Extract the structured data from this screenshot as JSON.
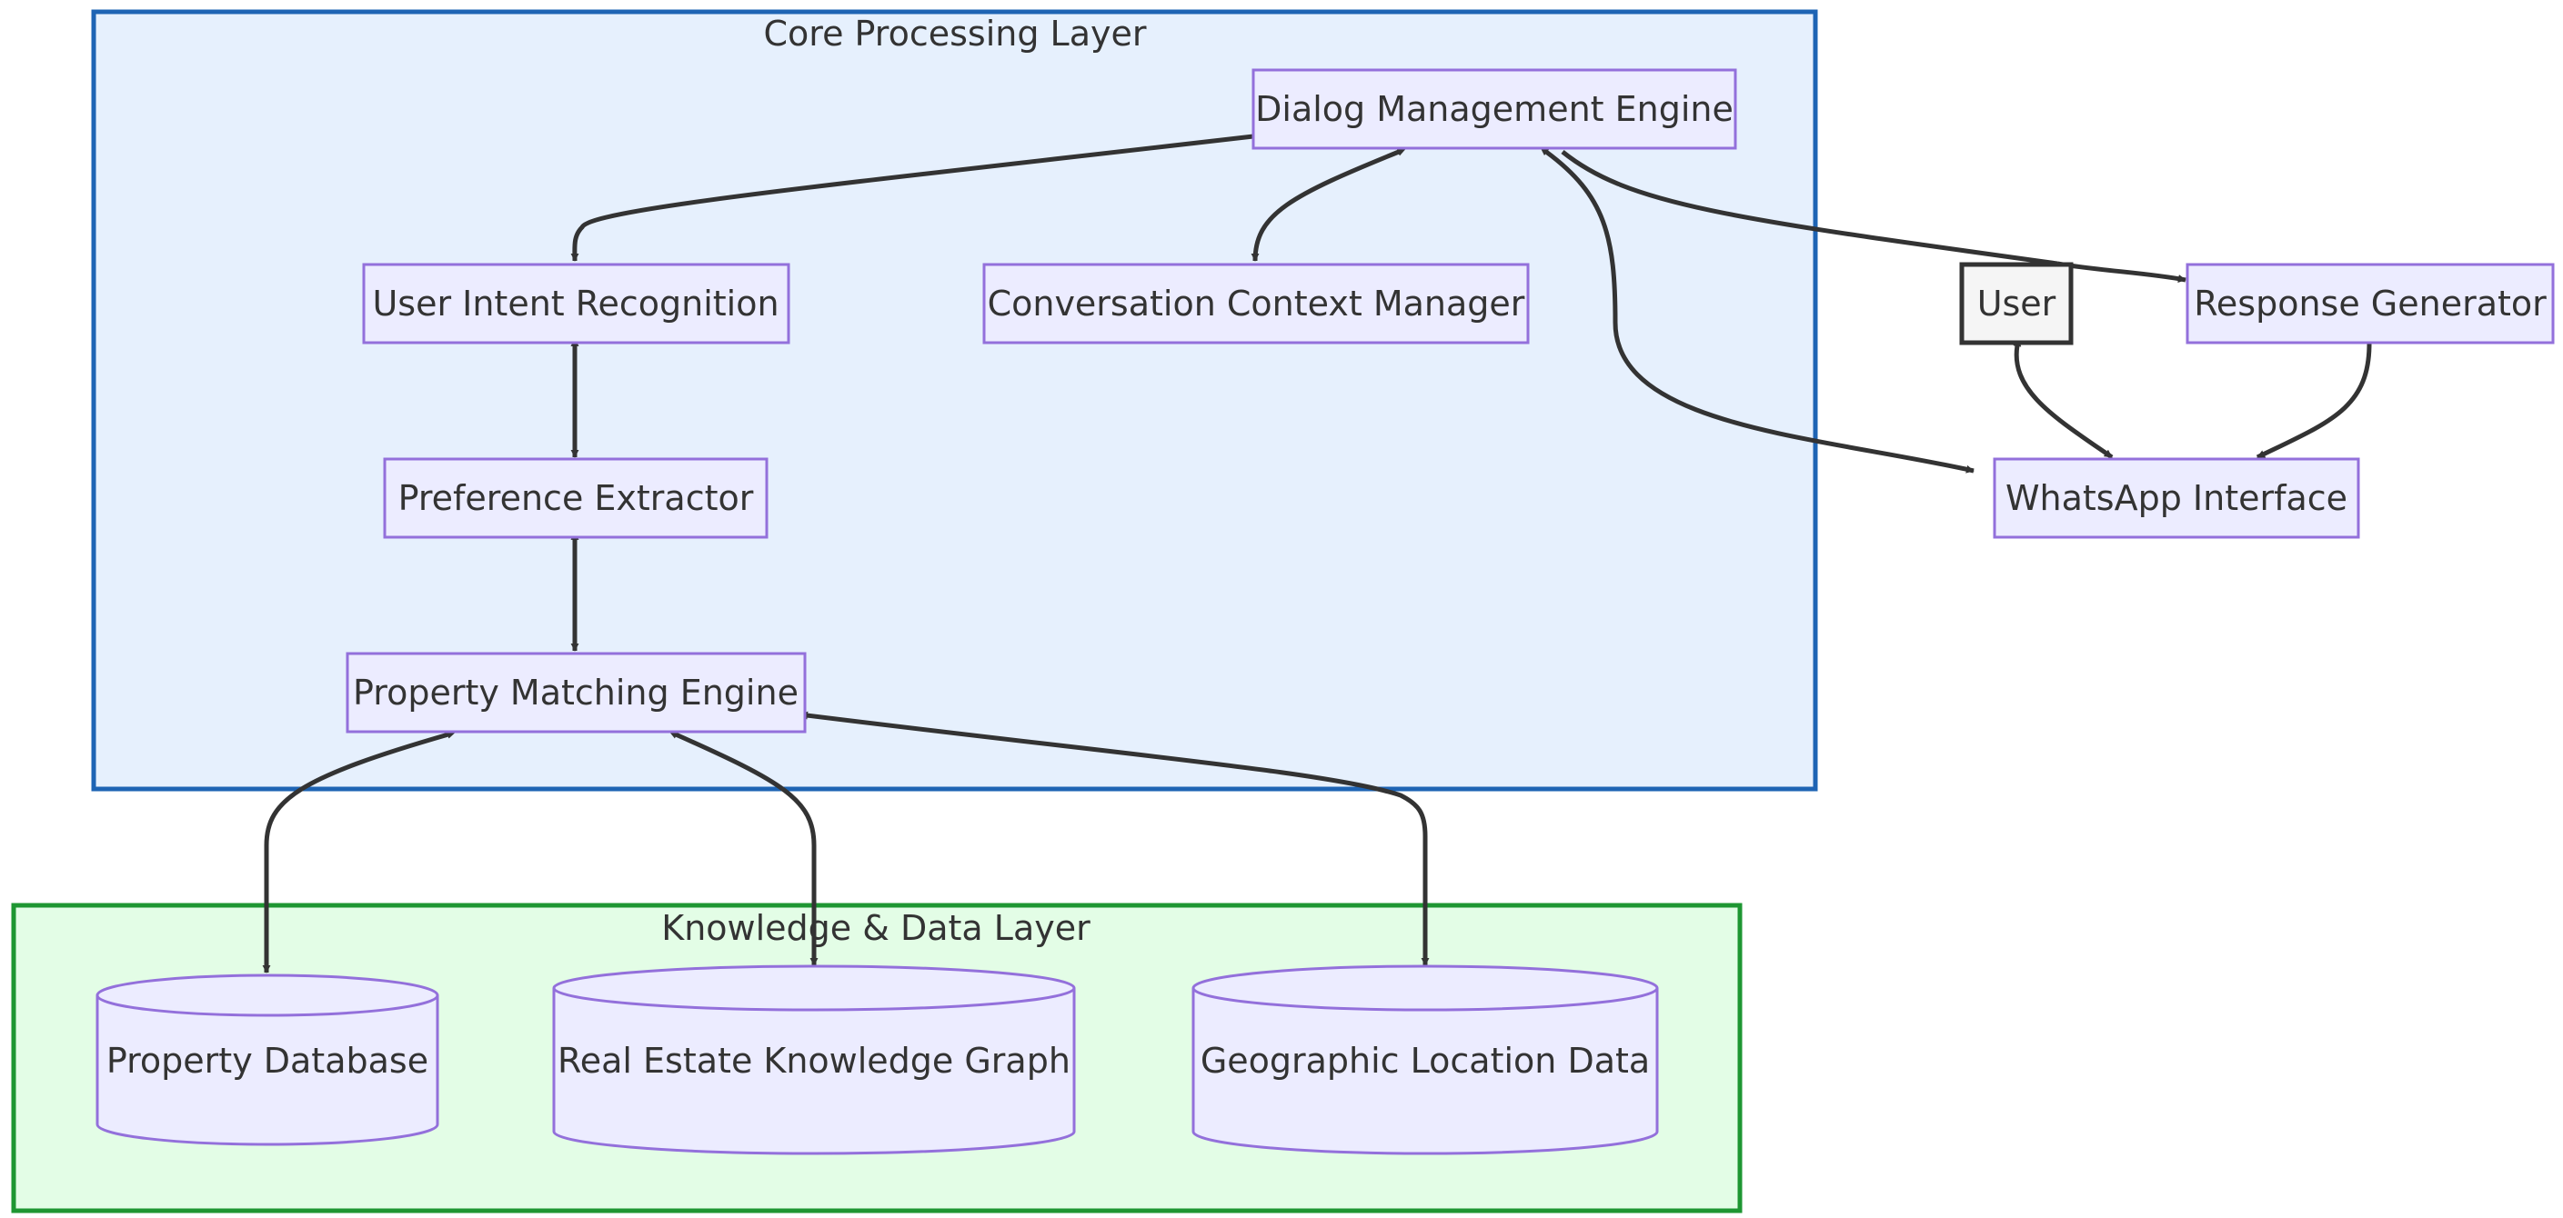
{
  "groups": {
    "core": {
      "label": "Core Processing Layer"
    },
    "knowledge": {
      "label": "Knowledge & Data Layer"
    }
  },
  "nodes": {
    "dialog": "Dialog Management Engine",
    "intent": "User Intent Recognition",
    "context": "Conversation Context Manager",
    "preference": "Preference Extractor",
    "matching": "Property Matching Engine",
    "user": "User",
    "response": "Response Generator",
    "whatsapp": "WhatsApp Interface",
    "propdb": "Property Database",
    "graph": "Real Estate Knowledge Graph",
    "geo": "Geographic Location Data"
  },
  "colors": {
    "core_fill": "#e6f0fd",
    "core_stroke": "#1e64b4",
    "knowledge_fill": "#e3fde6",
    "knowledge_stroke": "#1e9632",
    "node_fill": "#ECECFF",
    "node_stroke": "#9370DB",
    "user_fill": "#f5f5f5",
    "user_stroke": "#333333",
    "edge": "#333333"
  }
}
